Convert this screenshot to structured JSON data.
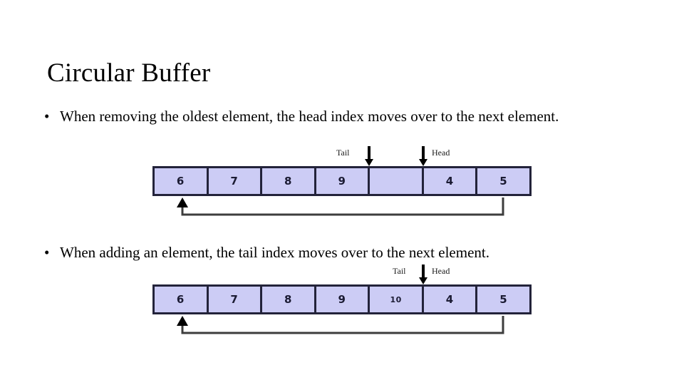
{
  "slide": {
    "title": "Circular Buffer",
    "background_color": "#ffffff"
  },
  "bullets": [
    {
      "marker": "•",
      "text": "When removing the oldest element, the head index moves over to the next element."
    },
    {
      "marker": "•",
      "text": "When adding an element, the tail index moves over to the next element."
    }
  ],
  "diagrams": [
    {
      "id": "buffer-before",
      "cells": [
        {
          "value": "6",
          "empty": false,
          "small": false
        },
        {
          "value": "7",
          "empty": false,
          "small": false
        },
        {
          "value": "8",
          "empty": false,
          "small": false
        },
        {
          "value": "9",
          "empty": false,
          "small": false
        },
        {
          "value": "",
          "empty": true,
          "small": false
        },
        {
          "value": "4",
          "empty": false,
          "small": false
        },
        {
          "value": "5",
          "empty": false,
          "small": false
        }
      ],
      "pointers": [
        {
          "label": "Tail",
          "boundary_index": 4,
          "label_side": "left"
        },
        {
          "label": "Head",
          "boundary_index": 5,
          "label_side": "right"
        }
      ],
      "wrap_arrow": {
        "from": "last-cell",
        "to": "first-cell"
      },
      "cell_fill": "#ccccf5",
      "cell_border": "#23233a"
    },
    {
      "id": "buffer-after",
      "cells": [
        {
          "value": "6",
          "empty": false,
          "small": false
        },
        {
          "value": "7",
          "empty": false,
          "small": false
        },
        {
          "value": "8",
          "empty": false,
          "small": false
        },
        {
          "value": "9",
          "empty": false,
          "small": false
        },
        {
          "value": "10",
          "empty": false,
          "small": true
        },
        {
          "value": "4",
          "empty": false,
          "small": false
        },
        {
          "value": "5",
          "empty": false,
          "small": false
        }
      ],
      "pointers": [
        {
          "label": "Tail",
          "boundary_index": 5,
          "label_side": "left"
        },
        {
          "label": "Head",
          "boundary_index": 5,
          "label_side": "right"
        }
      ],
      "wrap_arrow": {
        "from": "last-cell",
        "to": "first-cell"
      },
      "cell_fill": "#ccccf5",
      "cell_border": "#23233a"
    }
  ]
}
